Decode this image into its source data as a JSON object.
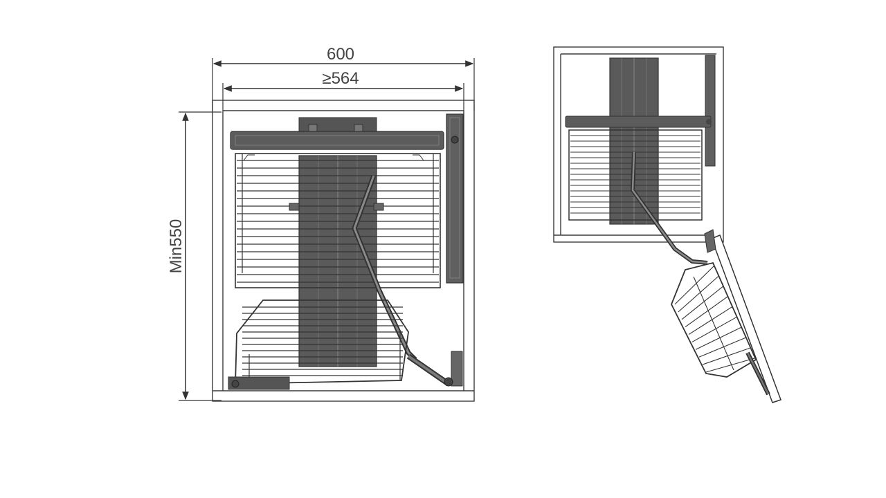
{
  "dimensions": {
    "outer_width": "600",
    "inner_width": "≥564",
    "min_depth": "Min550"
  },
  "colors": {
    "line": "#333333",
    "dark_fill": "#575757",
    "mid_fill": "#6a6a6a",
    "dim_text": "#444444",
    "cabinet_line": "#3a3a3a"
  },
  "views": [
    "plan-view-closed",
    "plan-view-open"
  ]
}
